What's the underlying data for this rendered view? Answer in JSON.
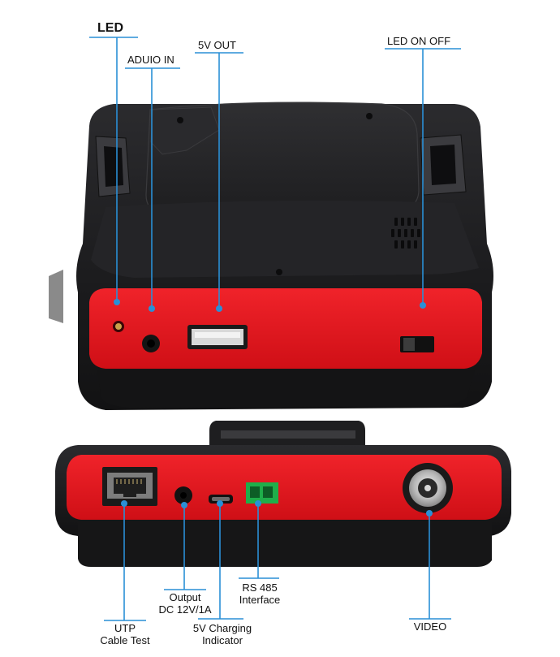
{
  "top_labels": {
    "led": "LED",
    "audio_in": "ADUIO IN",
    "five_v_out": "5V OUT",
    "led_on_off": "LED  ON  OFF"
  },
  "bottom_labels": {
    "utp_line1": "UTP",
    "utp_line2": "Cable Test",
    "output_line1": "Output",
    "output_line2": "DC 12V/1A",
    "charging_line1": "5V Charging",
    "charging_line2": "Indicator",
    "rs485_line1": "RS 485",
    "rs485_line2": "Interface",
    "video": "VIDEO"
  },
  "colors": {
    "panel_red": "#e8141c",
    "body_black": "#1c1c1e",
    "callout_blue": "#2a8fd6"
  }
}
